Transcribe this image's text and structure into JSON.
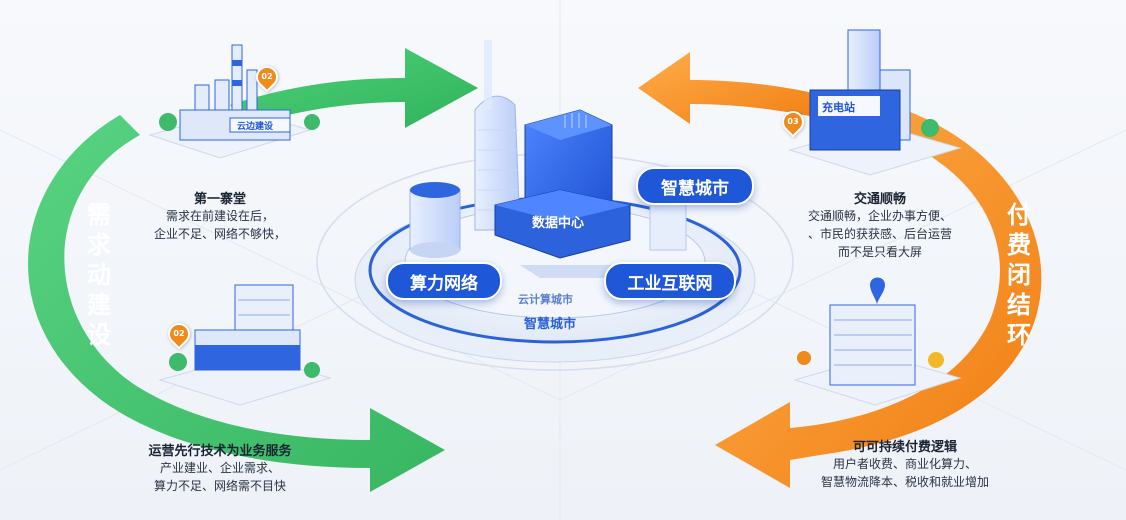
{
  "colors": {
    "accent_blue": "#1f57d9",
    "green": "#3cc46a",
    "orange": "#f5922a",
    "badge_orange": "#f08a1c"
  },
  "left_arc": {
    "label": "需求动建设"
  },
  "right_arc": {
    "label": "付费闭结环"
  },
  "center": {
    "pills": [
      "智慧城市",
      "算力网络",
      "工业互联网"
    ],
    "building_label": "数据中心",
    "base_label": "智慧城市",
    "base_sub_label": "云计算城市"
  },
  "blocks": {
    "top_left": {
      "badge": "02",
      "sign": "云边建设",
      "title": "第一寨堂",
      "lines": [
        "需求在前建设在后，",
        "企业不足、网络不够快，"
      ]
    },
    "bottom_left": {
      "badge": "02",
      "title": "运营先行技术为业务服务",
      "lines": [
        "产业建业、企业需求、",
        "算力不足、网络需不目快"
      ]
    },
    "top_right": {
      "badge": "03",
      "sign": "充电站",
      "title": "交通顺畅",
      "lines": [
        "交通顺畅，企业办事方便、",
        "、市民的获获感、后台运营",
        "而不是只看大屏"
      ]
    },
    "bottom_right": {
      "title": "可可持续付费逻辑",
      "lines": [
        "用户者收费、商业化算力、",
        "智慧物流降本、税收和就业增加"
      ]
    }
  }
}
